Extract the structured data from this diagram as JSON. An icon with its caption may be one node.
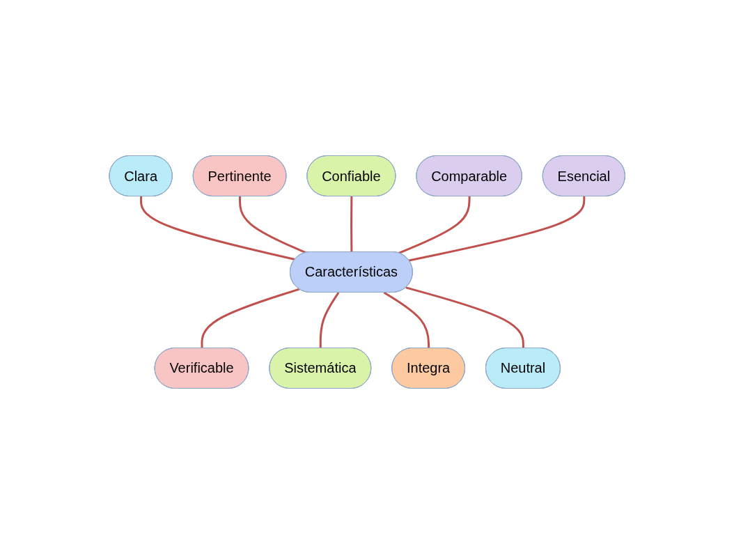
{
  "diagram": {
    "nodes": [
      {
        "text": [
          "Pertinente"
        ]
      },
      {
        "text": [
          "Clara"
        ]
      },
      {
        "text": [
          "Confiable"
        ]
      },
      {
        "text": [
          "Comparable"
        ]
      },
      {
        "text": [
          "Esencial"
        ]
      },
      {
        "text": [
          "Características"
        ]
      },
      {
        "text": [
          "Neutral"
        ]
      },
      {
        "text": [
          "Verificable"
        ]
      },
      {
        "text": [
          "Sistemática"
        ]
      },
      {
        "text": [
          "Integra"
        ]
      }
    ],
    "edges": [
      {
        "from": 1,
        "to": 5,
        "arrow": "none"
      },
      {
        "from": 0,
        "to": 5,
        "arrow": "none"
      },
      {
        "from": 2,
        "to": 5,
        "arrow": "none"
      },
      {
        "from": 3,
        "to": 5,
        "arrow": "none"
      },
      {
        "from": 4,
        "to": 5,
        "arrow": "none"
      },
      {
        "from": 5,
        "to": 7,
        "arrow": "none"
      },
      {
        "from": 5,
        "to": 8,
        "arrow": "none"
      },
      {
        "from": 5,
        "to": 9,
        "arrow": "none"
      },
      {
        "from": 5,
        "to": 6,
        "arrow": "none"
      }
    ]
  }
}
